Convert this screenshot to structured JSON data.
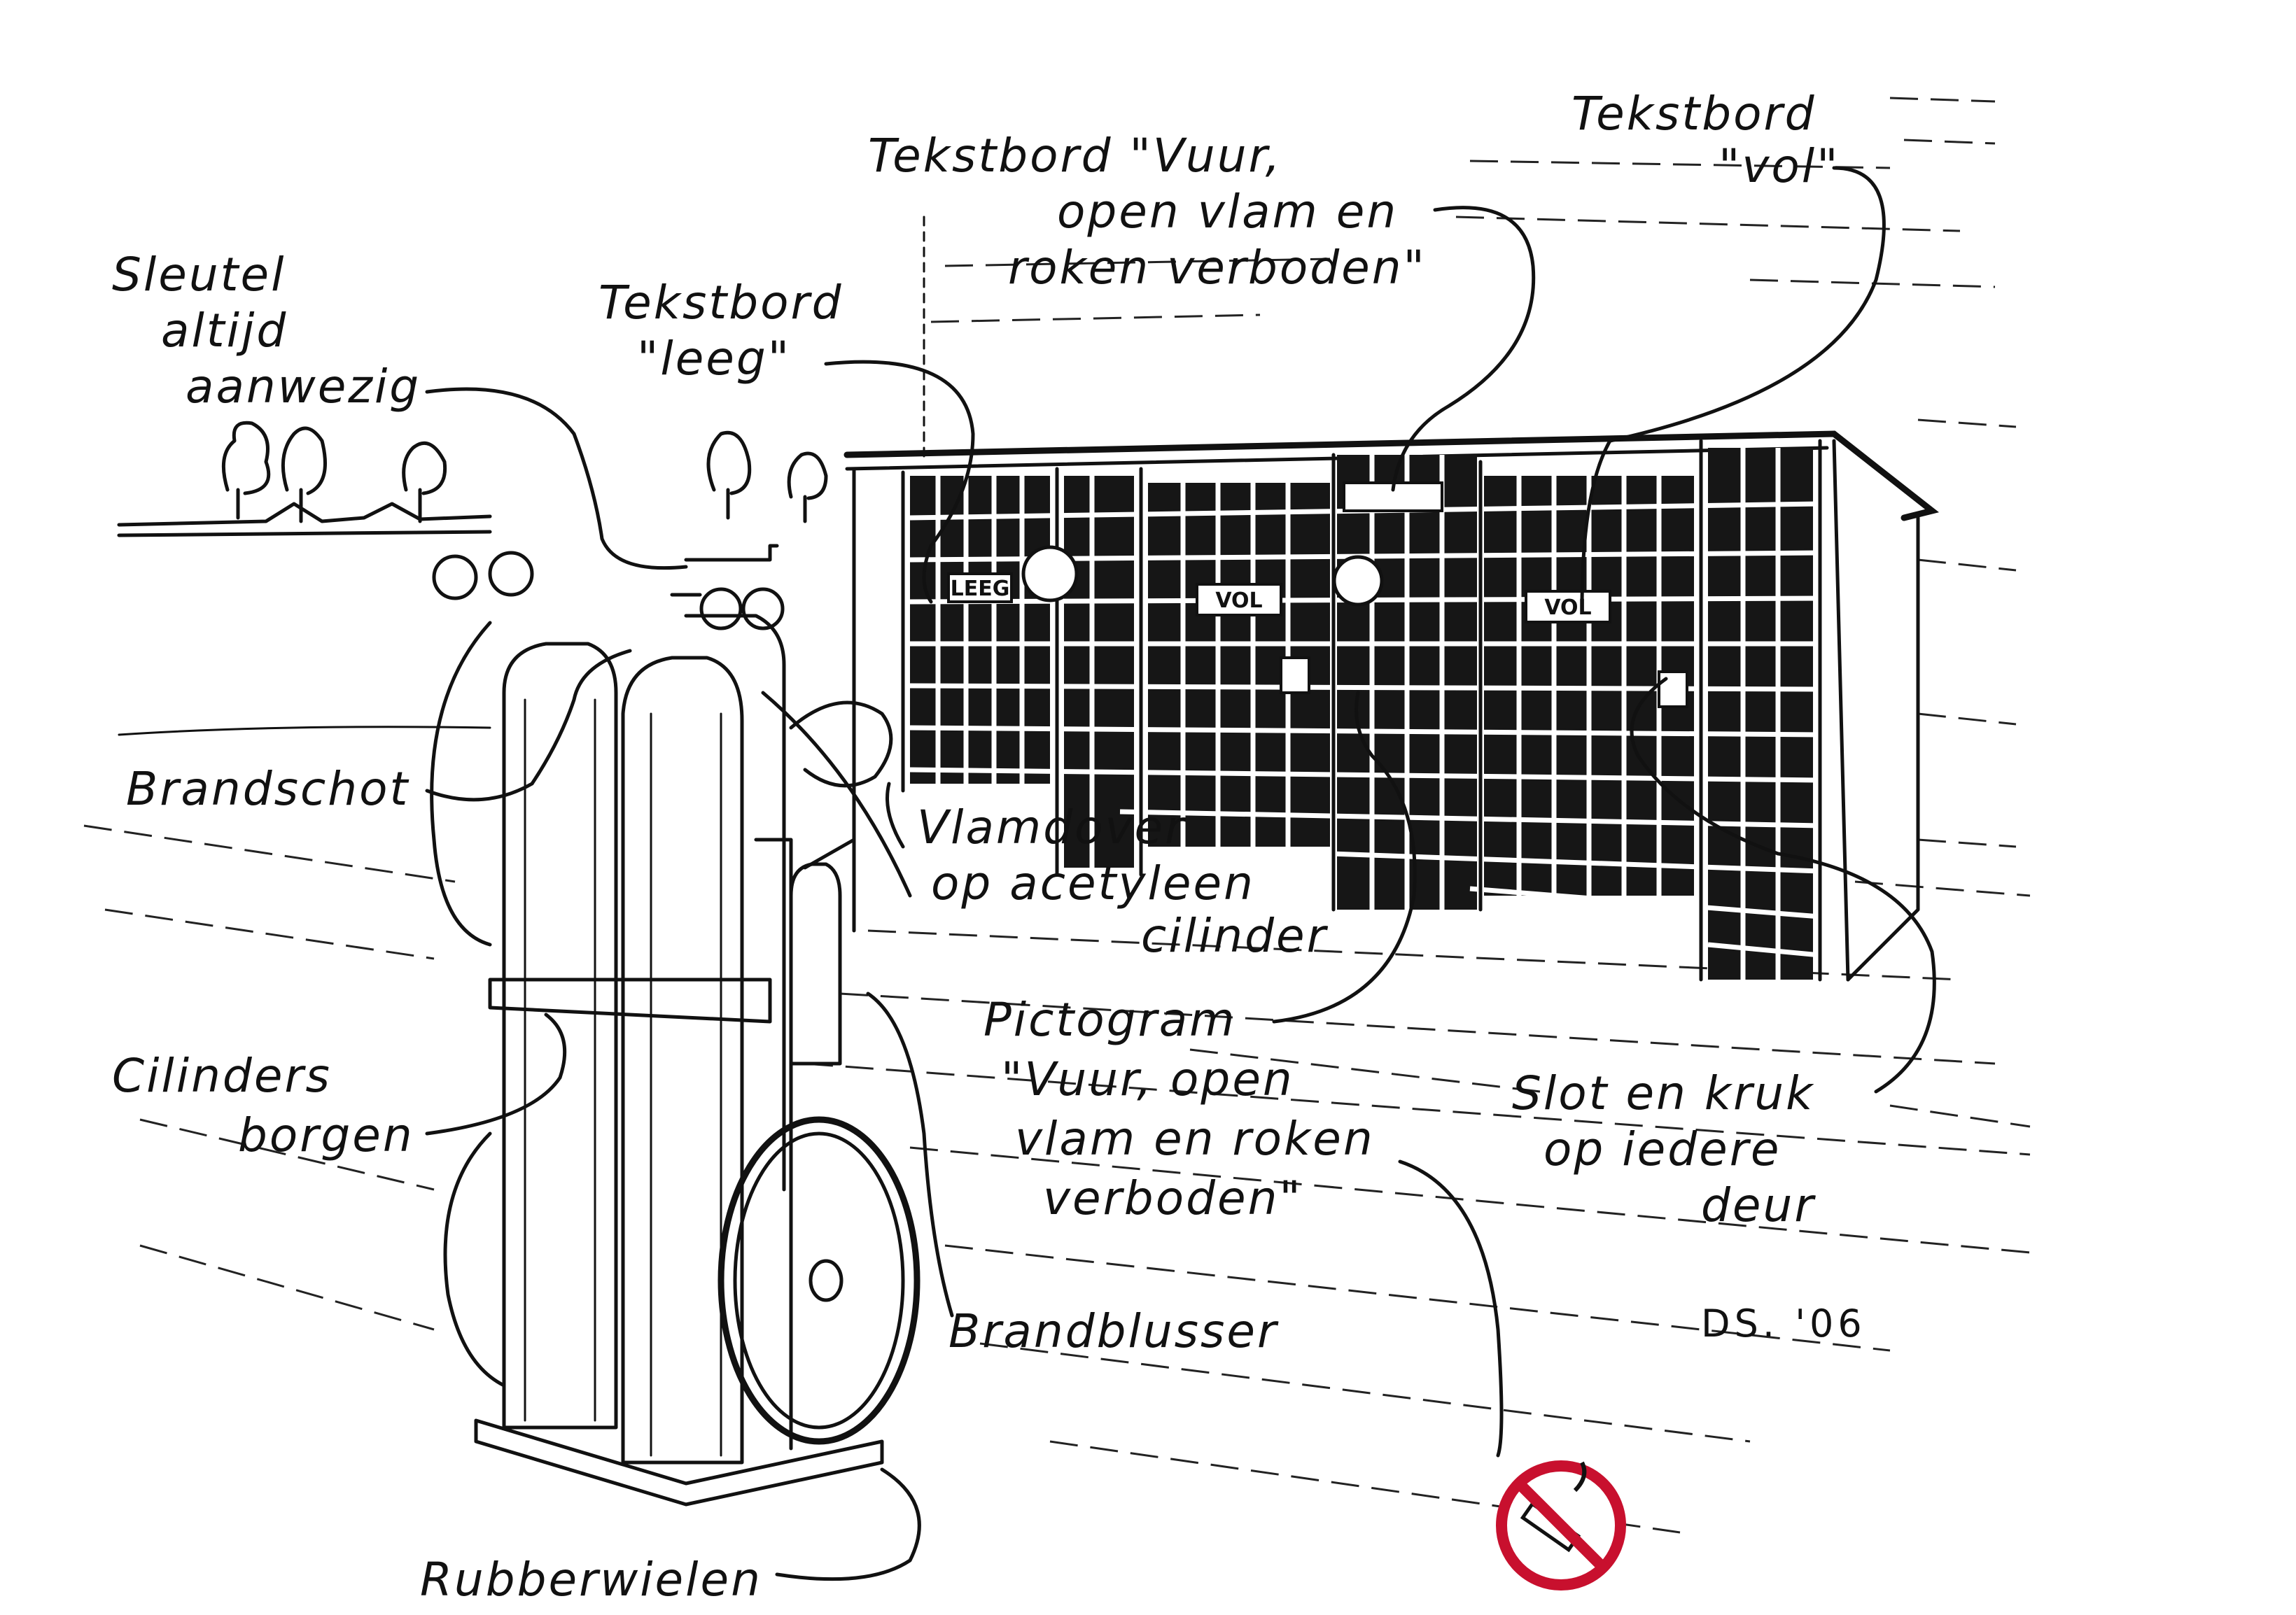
{
  "labels": {
    "sleutel": [
      "Sleutel",
      "altijd",
      "aanwezig"
    ],
    "leeg": [
      "Tekstbord",
      "\"leeg\""
    ],
    "vuur_bord": [
      "Tekstbord \"Vuur,",
      "open vlam en",
      "roken verboden\""
    ],
    "vol_bord": [
      "Tekstbord",
      "\"vol\""
    ],
    "brandschot": "Brandschot",
    "vlamdover": [
      "Vlamdover",
      "op acetyleen",
      "cilinder"
    ],
    "pictogram": [
      "Pictogram",
      "\"Vuur, open",
      "vlam en roken",
      "verboden\""
    ],
    "slot": [
      "Slot en kruk",
      "op iedere",
      "deur"
    ],
    "cilinders": [
      "Cilinders",
      "borgen"
    ],
    "brandblusser": "Brandblusser",
    "rubberwielen": "Rubberwielen"
  },
  "cage_signs": {
    "leeg": "LEEG",
    "vol_1": "VOL",
    "vol_2": "VOL"
  },
  "signature": "DS. '06",
  "icons": {
    "no_smoking": "no-smoking-pictogram",
    "pressure_gauges": "gauge-icon"
  },
  "colors": {
    "ink": "#111111",
    "paper": "#ffffff",
    "prohibition_red": "#c8102e"
  }
}
